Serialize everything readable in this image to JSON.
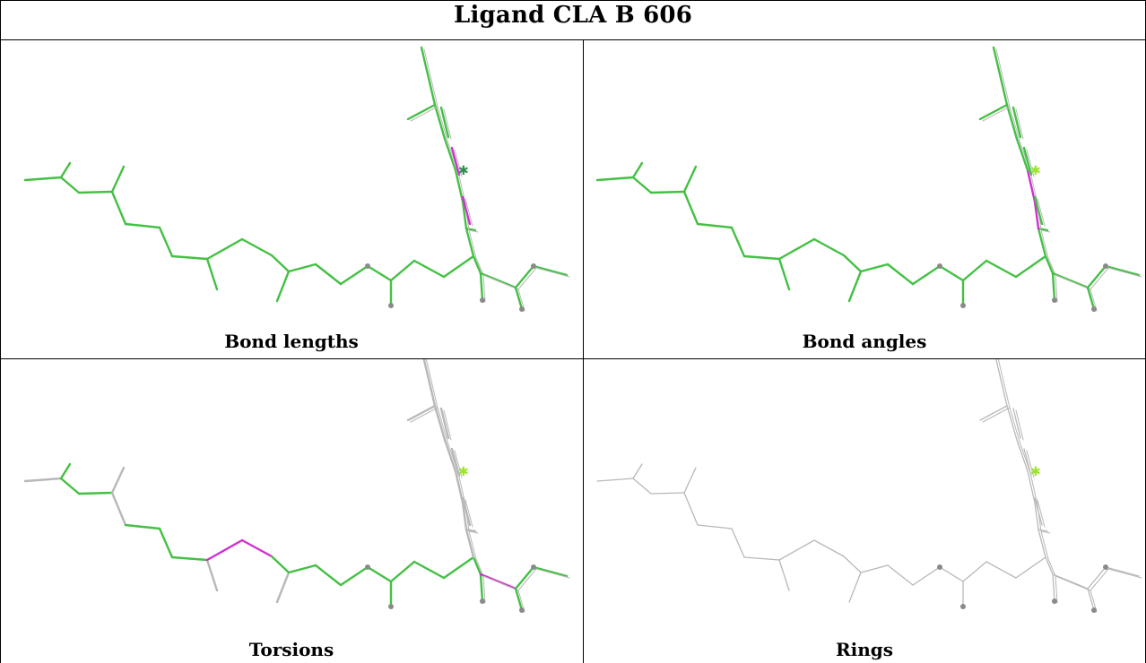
{
  "title": "Ligand CLA B 606",
  "panels": [
    {
      "label": "Bond lengths",
      "mode": "lengths"
    },
    {
      "label": "Bond angles",
      "mode": "angles"
    },
    {
      "label": "Torsions",
      "mode": "torsions"
    },
    {
      "label": "Rings",
      "mode": "rings"
    }
  ],
  "colors": {
    "ok_green": "#44c044",
    "outlier_magenta": "#d030d0",
    "unassessed_gray": "#b8b8b8",
    "atom_gray": "#8a8a8a",
    "border": "#000000"
  }
}
